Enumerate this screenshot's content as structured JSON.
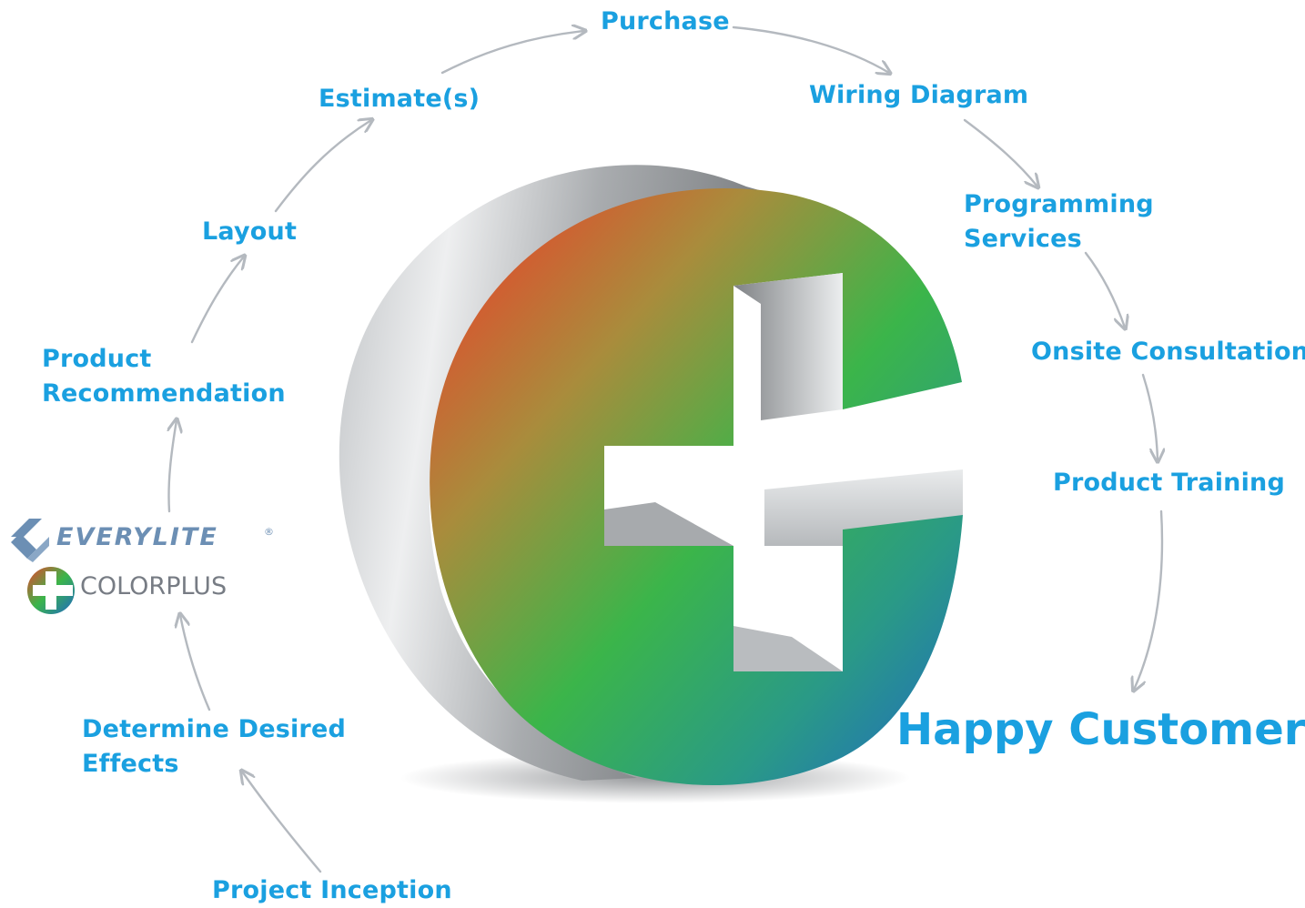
{
  "steps": {
    "project_inception": "Project Inception",
    "determine_effects": "Determine Desired\nEffects",
    "product_recommendation": "Product\nRecommendation",
    "layout": "Layout",
    "estimates": "Estimate(s)",
    "purchase": "Purchase",
    "wiring_diagram": "Wiring Diagram",
    "programming_services": "Programming\nServices",
    "onsite_consultation": "Onsite Consultation",
    "product_training": "Product Training",
    "happy_customer": "Happy Customer"
  },
  "logos": {
    "everylite": "EVERYLITE",
    "everylite_registered": "®",
    "colorplus": "COLORPLUS"
  },
  "colors": {
    "step_text": "#1aa0e0",
    "arrow": "#b4b9bf",
    "gradient_red": "#e8432b",
    "gradient_green": "#3bb54a",
    "gradient_blue": "#1f72c2",
    "metal_light": "#e4e6e8",
    "metal_dark": "#7d8083"
  },
  "icons": [
    "everylite-logo-icon",
    "colorplus-logo-icon",
    "colorplus-3d-emblem"
  ]
}
